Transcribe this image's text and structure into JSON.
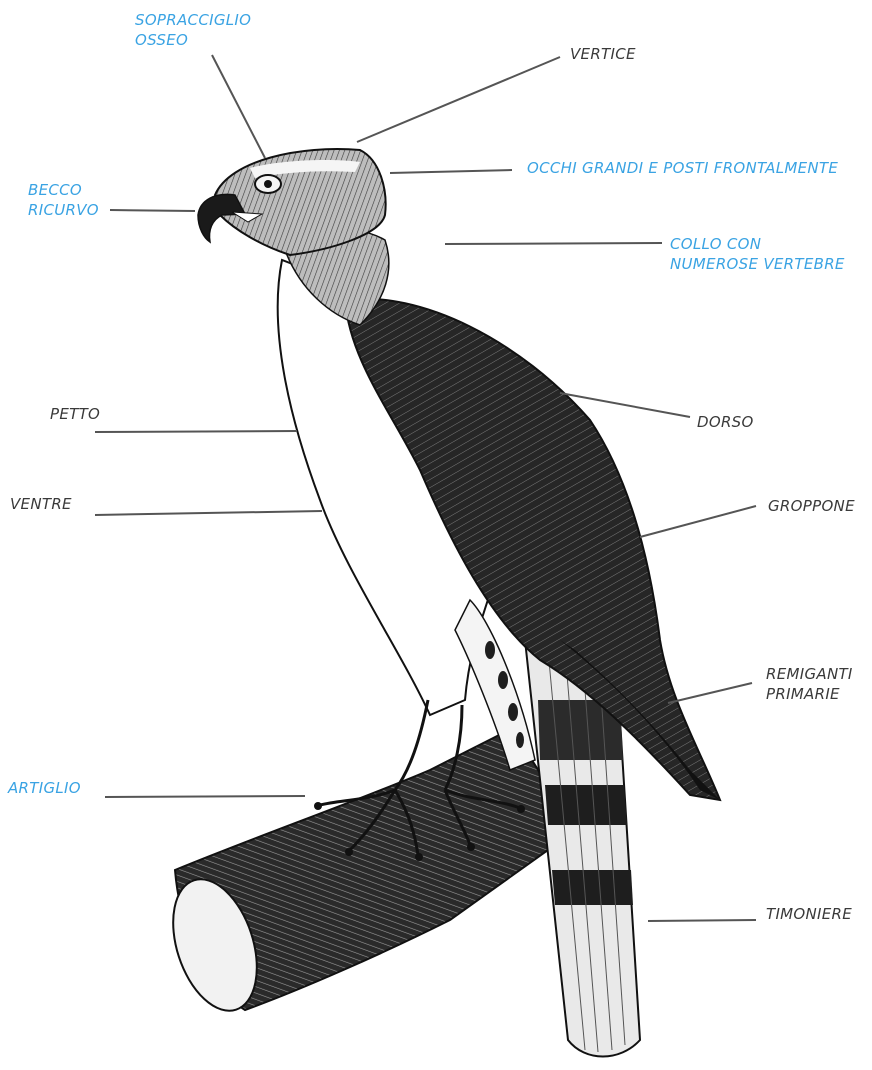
{
  "colors": {
    "accent_label": "#3aa3e3",
    "plain_label": "#3a3a3a",
    "leader_line": "#555555",
    "ink": "#1a1a1a",
    "background": "#ffffff"
  },
  "labels": {
    "sopracciglio": {
      "line1": "SOPRACCIGLIO",
      "line2": "OSSEO"
    },
    "vertice": {
      "line1": "VERTICE"
    },
    "occhi": {
      "line1": "OCCHI GRANDI E POSTI FRONTALMENTE"
    },
    "becco": {
      "line1": "BECCO",
      "line2": "RICURVO"
    },
    "collo": {
      "line1": "COLLO CON",
      "line2": "NUMEROSE VERTEBRE"
    },
    "petto": {
      "line1": "PETTO"
    },
    "dorso": {
      "line1": "DORSO"
    },
    "ventre": {
      "line1": "VENTRE"
    },
    "groppone": {
      "line1": "GROPPONE"
    },
    "remiganti": {
      "line1": "REMIGANTI",
      "line2": "PRIMARIE"
    },
    "artiglio": {
      "line1": "ARTIGLIO"
    },
    "timoniere": {
      "line1": "TIMONIERE"
    }
  },
  "illustration": {
    "subject": "hawk-perched-on-branch"
  }
}
